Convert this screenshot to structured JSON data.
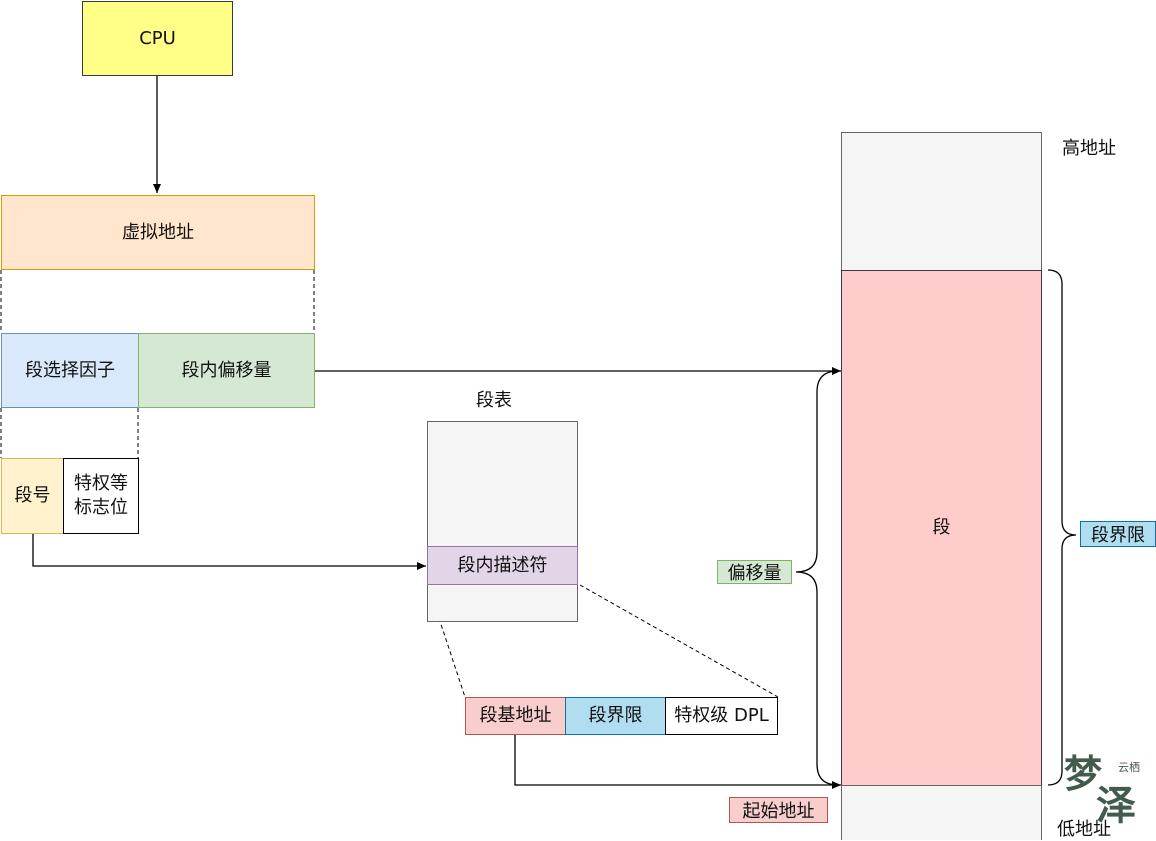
{
  "diagram": {
    "cpu": "CPU",
    "virtual_address": "虚拟地址",
    "segment_selector": "段选择因子",
    "segment_offset": "段内偏移量",
    "segment_number": "段号",
    "privilege_flags": "特权等\n标志位",
    "segment_table_title": "段表",
    "segment_descriptor": "段内描述符",
    "descriptor_fields": {
      "base": "段基地址",
      "limit": "段界限",
      "dpl": "特权级 DPL"
    },
    "memory": {
      "high_address": "高地址",
      "low_address": "低地址",
      "segment": "段",
      "segment_limit_tag": "段界限",
      "offset_tag": "偏移量",
      "start_address_tag": "起始地址"
    },
    "watermark": "梦泽 云栖"
  },
  "colors": {
    "cpu": "#ffff88",
    "virtual_address": "#ffe6cc",
    "selector": "#dae8fc",
    "offset": "#d5e8d4",
    "segment_number": "#fff2cc",
    "descriptor": "#e1d5e7",
    "table": "#f5f5f5",
    "base": "#f8cecc",
    "limit": "#b1ddf0",
    "segment": "#ffcccc"
  }
}
